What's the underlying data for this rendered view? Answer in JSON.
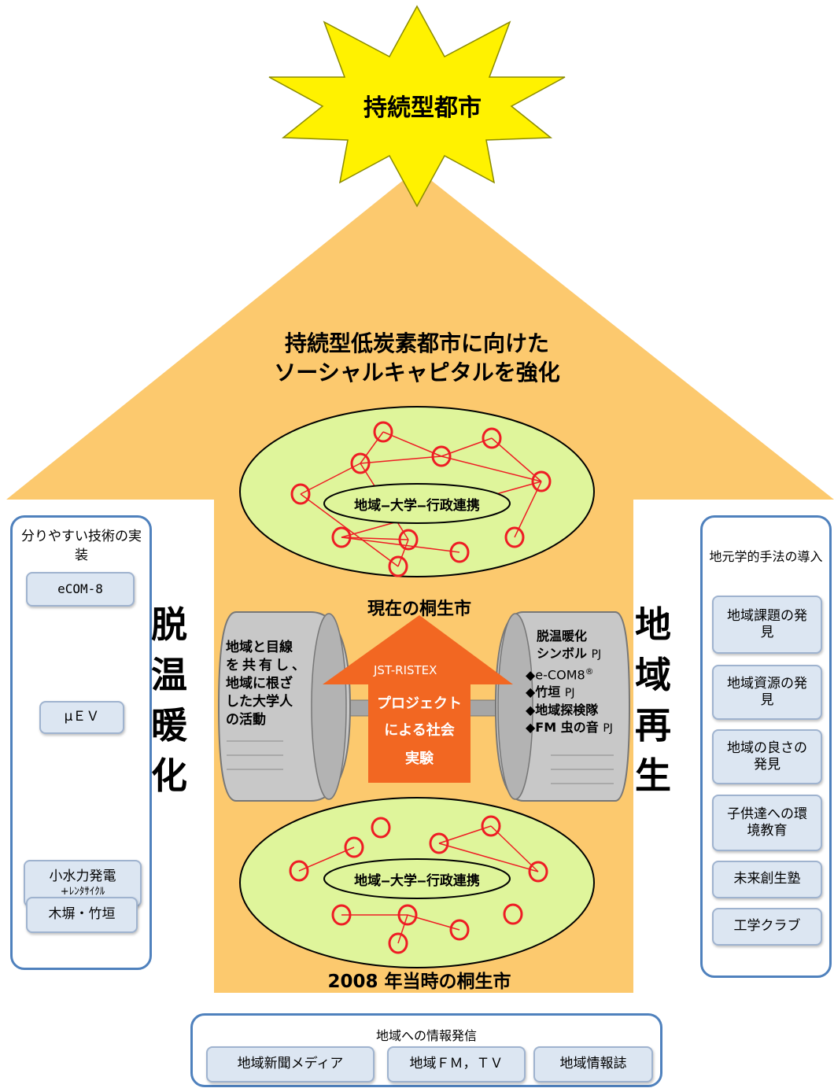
{
  "colors": {
    "house": "#fcc96e",
    "oval": "#dff59b",
    "oval_stroke": "#000000",
    "node": "#ee1c24",
    "arrow": "#f26722",
    "star": "#fff200",
    "panel_border": "#4f81bd",
    "button_fill": "#dce6f2",
    "wheel": "#c8c8c8"
  },
  "star": {
    "label": "持続型都市"
  },
  "roof": {
    "line1": "持続型低炭素都市に向けた",
    "line2": "ソーシャルキャピタルを強化"
  },
  "top_network": {
    "label": "地域‒大学‒行政連携",
    "caption": "現在の桐生市"
  },
  "bottom_network": {
    "label": "地域‒大学‒行政連携",
    "caption": "2008 年当時の桐生市"
  },
  "left_wheel": {
    "lines": [
      "地域と目線",
      "を共有し、",
      "地域に根ざ",
      "した大学人",
      "の活動"
    ]
  },
  "right_wheel": {
    "title1": "脱温暖化",
    "title2": "シンボル",
    "title2_pj": "PJ",
    "items": [
      {
        "text": "◆e-COM8",
        "pj": "®"
      },
      {
        "text": "◆竹垣",
        "pj": "PJ"
      },
      {
        "text": "◆地域探検隊",
        "pj": ""
      },
      {
        "text": "◆FM 虫の音",
        "pj": "PJ"
      }
    ]
  },
  "center_arrow": {
    "top_label": "JST-RISTEX",
    "lines": [
      "プロジェクト",
      "による社会",
      "実験"
    ]
  },
  "left_vertical": "脱\n温\n暖\n化",
  "right_vertical": "地\n域\n再\n生",
  "left_panel": {
    "title": "分りやすい技術の実装",
    "buttons": [
      "eCOM-8",
      "μＥＶ",
      "小水力発電",
      "+ﾚﾝﾀｻｲｸﾙ",
      "木塀・竹垣"
    ]
  },
  "right_panel": {
    "title": "地元学的手法の導入",
    "buttons": [
      "地域課題の発見",
      "地域資源の発見",
      "地域の良さの発見",
      "子供達への環境教育",
      "未来創生塾",
      "工学クラブ"
    ]
  },
  "bottom_panel": {
    "title": "地域への情報発信",
    "buttons": [
      "地域新聞メディア",
      "地域ＦＭ，ＴＶ",
      "地域情報誌"
    ]
  }
}
